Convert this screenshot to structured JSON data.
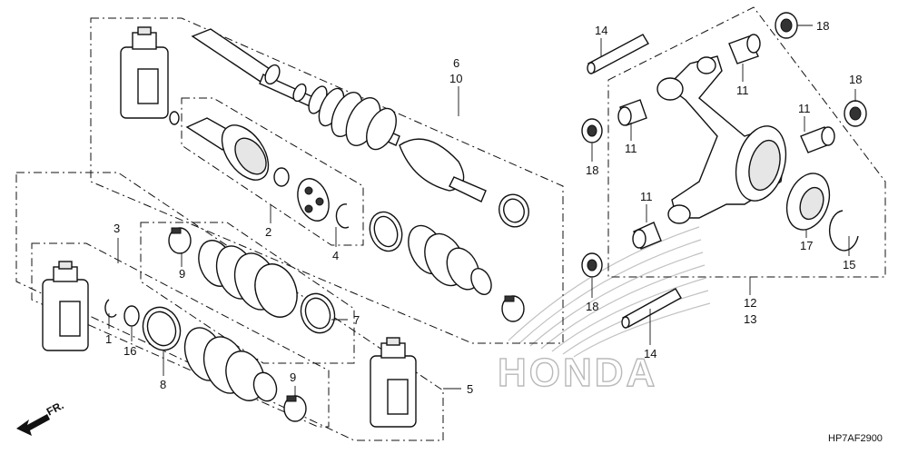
{
  "callouts": {
    "c1": "1",
    "c2": "2",
    "c3": "3",
    "c4": "4",
    "c5": "5",
    "c6": "6",
    "c10": "10",
    "c7": "7",
    "c8": "8",
    "c9a": "9",
    "c9b": "9",
    "c11a": "11",
    "c11b": "11",
    "c11c": "11",
    "c11d": "11",
    "c12": "12",
    "c13": "13",
    "c14a": "14",
    "c14b": "14",
    "c15": "15",
    "c16": "16",
    "c17": "17",
    "c18a": "18",
    "c18b": "18",
    "c18c": "18",
    "c18d": "18"
  },
  "diagram_code": "HP7AF2900",
  "direction_label": "FR.",
  "watermark": "HONDA"
}
